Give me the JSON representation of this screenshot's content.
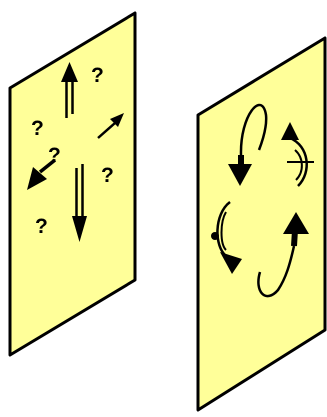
{
  "panels": [
    {
      "name": "left-panel",
      "color": "#ffff99",
      "arrows": [
        "double-up-arrow",
        "up-right-arrow",
        "down-left-arrow",
        "double-down-arrow"
      ],
      "question_marks": [
        "?",
        "?",
        "?",
        "?",
        "?"
      ]
    },
    {
      "name": "right-panel",
      "color": "#ffff99",
      "arrows": [
        "curved-down-arrow",
        "curved-crossed-arrow",
        "curved-arrow-with-dot",
        "curved-up-arrow"
      ]
    }
  ]
}
